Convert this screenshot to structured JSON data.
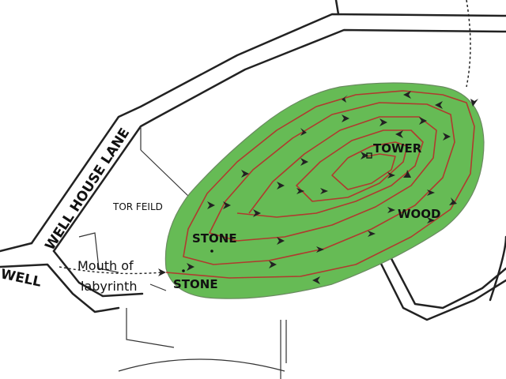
{
  "labels": {
    "well_house_lane": "WELL HOUSE LANE",
    "well": "WELL",
    "tor_field": "TOR FEILD",
    "mouth": "Mouth of",
    "labyrinth": "labyrinth",
    "tower": "TOWER",
    "wood": "WOOD",
    "stone_upper": "STONE",
    "stone_lower": "STONE"
  },
  "colors": {
    "hill": "#66bb55",
    "path": "#b03a2e",
    "road": "#222222",
    "hill_edge": "#6a8a60"
  }
}
